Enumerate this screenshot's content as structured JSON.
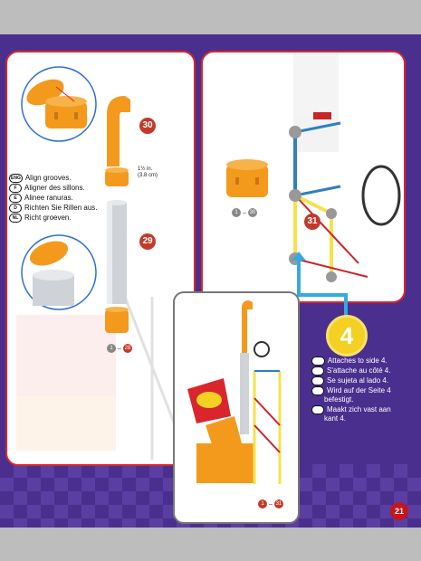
{
  "step_30": {
    "number": "30",
    "dimension_line1": "1½ in.",
    "dimension_line2": "(3.8 cm)"
  },
  "step_29": {
    "number": "29",
    "range_start": "1",
    "range_end": "28"
  },
  "step_31": {
    "number": "31",
    "range_start": "1",
    "range_end": "30"
  },
  "inset": {
    "range_start": "1",
    "range_end": "31"
  },
  "instructions_align": [
    {
      "lang": "ENG",
      "text": "Align grooves."
    },
    {
      "lang": "F",
      "text": "Aligner des sillons."
    },
    {
      "lang": "E",
      "text": "Alinee ranuras."
    },
    {
      "lang": "D",
      "text": "Richten Sie Rillen aus."
    },
    {
      "lang": "NL",
      "text": "Richt groeven."
    }
  ],
  "instructions_attach": [
    {
      "lang": "ENG",
      "text": "Attaches to side 4."
    },
    {
      "lang": "F",
      "text": "S'attache au côté 4."
    },
    {
      "lang": "E",
      "text": "Se sujeta al lado 4."
    },
    {
      "lang": "D",
      "text": "Wird auf der Seite 4",
      "text2": "befestigt."
    },
    {
      "lang": "NL",
      "text": "Maakt zich vast aan",
      "text2": "kant 4."
    }
  ],
  "side_marker": "4",
  "page_number": "21",
  "colors": {
    "panel_border": "#d9262c",
    "tube_orange": "#f39a1d",
    "tube_grey": "#cfd3d8",
    "frame_yellow": "#f4e34a",
    "frame_blue": "#2f7fc1",
    "frame_red": "#c8242a",
    "background_purple": "#4a2f8f"
  }
}
